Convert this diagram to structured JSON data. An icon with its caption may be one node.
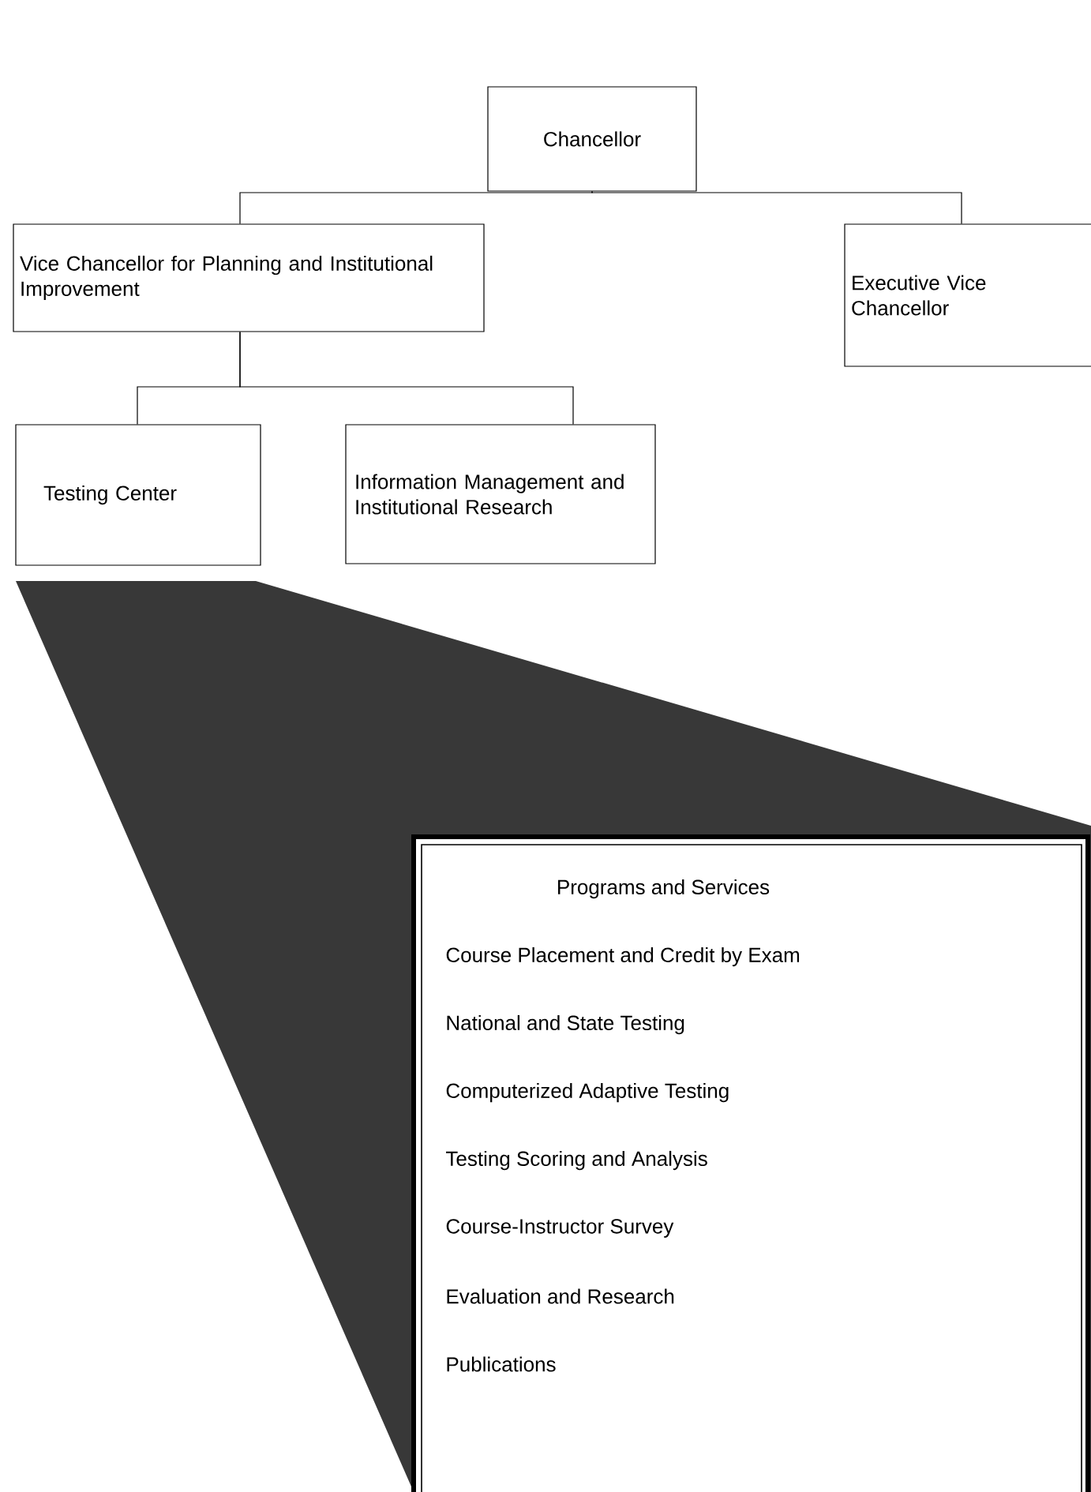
{
  "diagram": {
    "nodes": [
      {
        "text": [
          "Chancellor"
        ]
      },
      {
        "text": [
          "Vice Chancellor for Planning and Institutional Improvement"
        ]
      },
      {
        "text": [
          "Executive Vice Chancellor"
        ]
      },
      {
        "text": [
          "Testing Center"
        ]
      },
      {
        "text": [
          "Information Management and Institutional Research"
        ]
      },
      {
        "text": [
          "Programs and Services",
          "Course Placement and Credit by Exam",
          "National and State Testing",
          "Computerized Adaptive Testing",
          "Testing Scoring and Analysis",
          "Course-Instructor Survey",
          "Evaluation and Research",
          "Publications"
        ]
      }
    ],
    "edges": [
      {
        "from": 0,
        "to": 1,
        "arrow": "none"
      },
      {
        "from": 0,
        "to": 2,
        "arrow": "none"
      },
      {
        "from": 1,
        "to": 3,
        "arrow": "none"
      },
      {
        "from": 1,
        "to": 4,
        "arrow": "none"
      }
    ]
  }
}
